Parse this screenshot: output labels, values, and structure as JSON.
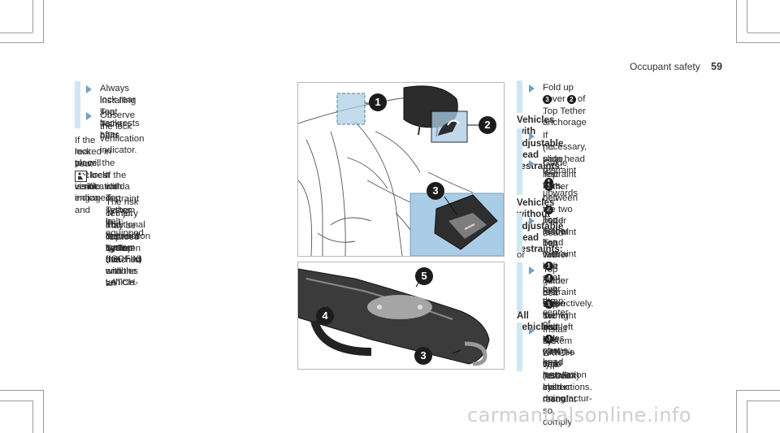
{
  "header": {
    "section_title": "Occupant safety",
    "page_number": "59"
  },
  "left": {
    "step_a1": "Always lock rear seat backrests after",
    "step_a2": "installing Top Tether belts.",
    "step_b": "Observe the lock verification indicator.",
    "para1": "If the rear seat backrest is not engaged and",
    "para2": "locked in place, the red lock verification indica-",
    "para3": "tor will be visible.",
    "note1": "If the child restraint system is equipped",
    "note2": "with a Top Tether belt:",
    "note3": "The risk of injury may be reduced by Top",
    "note4": "Tether. The Top Tether belt enables an",
    "note5": "additional connection between the child",
    "note6": "restraint system attached with LATCH-",
    "note7": "type (ISOFIX) and the vehicle."
  },
  "figure1": {
    "callouts": [
      "1",
      "2",
      "3"
    ]
  },
  "figure2": {
    "callouts": [
      "5",
      "4",
      "3"
    ]
  },
  "right": {
    "s1_a": "Fold up cover",
    "s1_b": "of Top Tether anchorage",
    "s1_c": ".",
    "h1": "Vehicles with adjustable head restraints:",
    "s2_a": "If necessary, slide head restraint",
    "s2_b": "upwards",
    "s2_c": "(→ page 92).",
    "s3_a": "Guide Top Tether belt",
    "s3_b": "under head",
    "s3_c": "restraint",
    "s3_d": "between the two head restraint",
    "s3_e": "bars.",
    "h2": "Vehicles without adjustable head restraints:",
    "s4_a": "Top Tether belt with one seat belt strap:",
    "s4_b": "guide Top Tether belt",
    "s4_c": "over the center of",
    "s4_d": "head restraint",
    "s4_e": ".",
    "or": "or",
    "s5_a": "Top Tether belt with two seat belt straps:",
    "s5_b": "guide one Top Tether belt",
    "s5_c": "past head",
    "s5_d": "restraint",
    "s5_e": "on the right and left sides",
    "s5_f": "respectively.",
    "h3": "All vehicles:",
    "s6_a": "Install the LATCH-type (ISOFIX) child restraint",
    "s6_b": "system with Top Tether. In doing so, comply",
    "s6_c": "with the child restraint system manufactur-",
    "s6_d": "er's installation instructions."
  },
  "callout_refs": {
    "c1": "1",
    "c2": "2",
    "c3": "3",
    "c4": "4"
  },
  "watermark": "carmanualsonline.info"
}
